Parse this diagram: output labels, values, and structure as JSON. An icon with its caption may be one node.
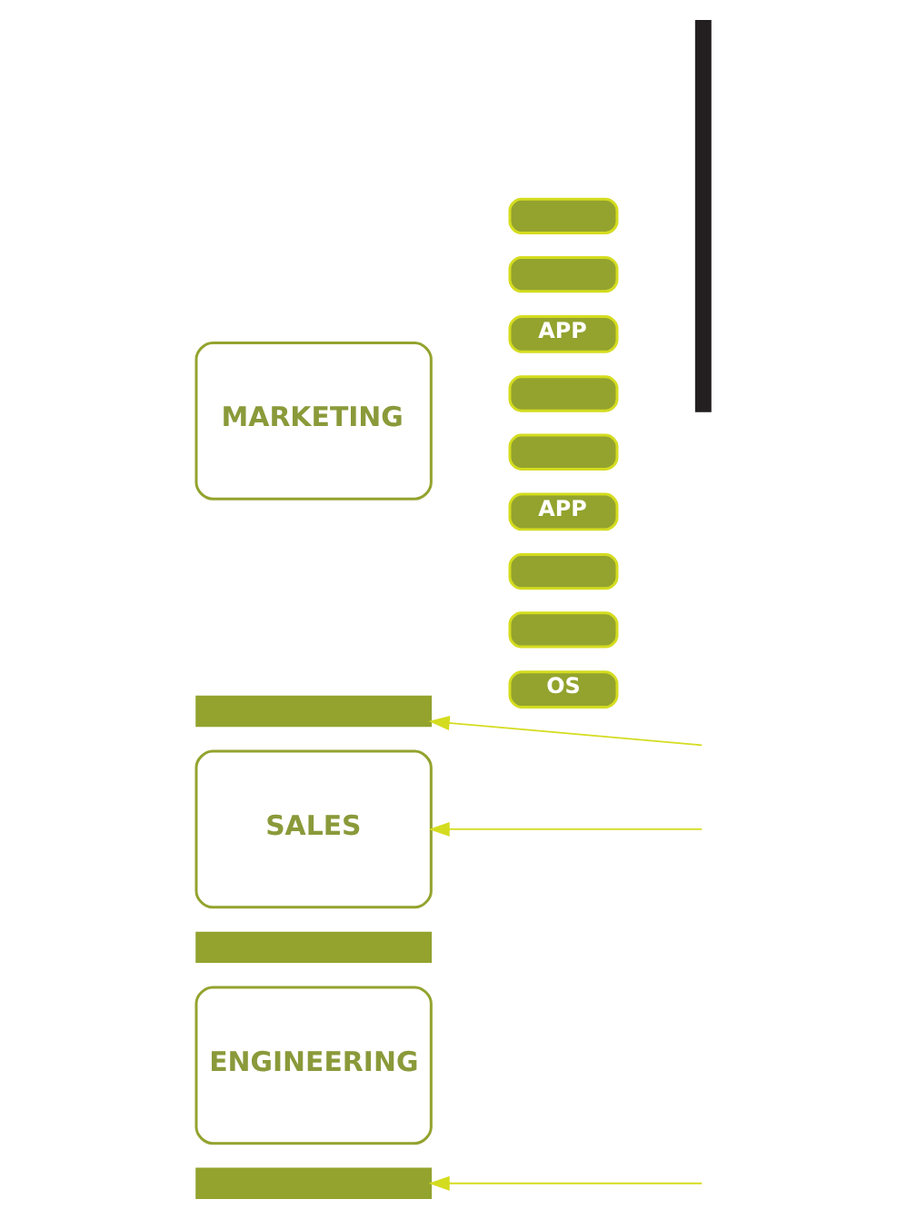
{
  "diagram": {
    "nodes": [
      {
        "text": [
          "MARKETING"
        ]
      },
      {
        "text": [],
        "shape": "bar"
      },
      {
        "text": [
          "SALES"
        ]
      },
      {
        "text": [],
        "shape": "bar"
      },
      {
        "text": [
          "ENGINEERING"
        ]
      },
      {
        "text": [],
        "shape": "bar"
      },
      {
        "text": [],
        "shape": "box"
      },
      {
        "text": [],
        "shape": "box"
      },
      {
        "text": [
          "APP"
        ]
      },
      {
        "text": [],
        "shape": "box"
      },
      {
        "text": [],
        "shape": "box"
      },
      {
        "text": [
          "APP"
        ]
      },
      {
        "text": [],
        "shape": "box"
      },
      {
        "text": [],
        "shape": "box"
      },
      {
        "text": [
          "OS"
        ]
      },
      {
        "text": [],
        "shape": "bar"
      }
    ],
    "edges": [
      {
        "from": null,
        "to": 1,
        "arrow": "to"
      },
      {
        "from": null,
        "to": 2,
        "arrow": "to"
      },
      {
        "from": null,
        "to": 5,
        "arrow": "to"
      }
    ]
  }
}
